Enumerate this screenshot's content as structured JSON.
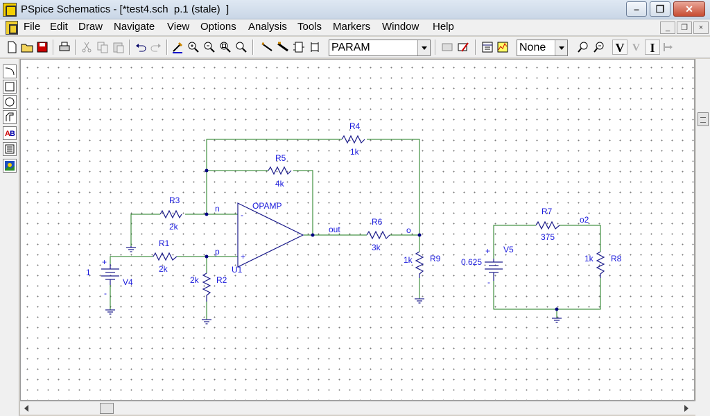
{
  "window": {
    "title": "PSpice Schematics - [*test4.sch  p.1 (stale)  ]",
    "controls": {
      "minimize": "–",
      "maximize": "❐",
      "close": "✕"
    }
  },
  "menu": {
    "items": [
      "File",
      "Edit",
      "Draw",
      "Navigate",
      "View",
      "Options",
      "Analysis",
      "Tools",
      "Markers",
      "Window",
      "Help"
    ],
    "mdi_controls": {
      "minimize": "_",
      "restore": "❐",
      "close": "×"
    }
  },
  "toolbar": {
    "part_combo": "PARAM",
    "display_combo": "None",
    "letter_buttons": [
      "V",
      "I"
    ],
    "icons": [
      "new-icon",
      "open-icon",
      "save-icon",
      "print-icon",
      "cut-icon",
      "copy-icon",
      "paste-icon",
      "undo-icon",
      "redo-icon",
      "redraw-icon",
      "zoom-in-icon",
      "zoom-out-icon",
      "zoom-area-icon",
      "zoom-fit-icon",
      "draw-wire-icon",
      "draw-bus-icon",
      "draw-block-icon",
      "get-part-icon",
      "edit-attributes-icon",
      "edit-symbol-icon",
      "setup-analysis-icon",
      "simulate-icon",
      "mark-voltage-icon",
      "mark-current-icon"
    ]
  },
  "palette": {
    "icons": [
      "arc-icon",
      "box-icon",
      "circle-icon",
      "polyline-icon",
      "text-icon",
      "textbox-icon",
      "image-icon"
    ]
  },
  "schematic": {
    "labels": {
      "R4": "R4",
      "R4_val": "1k",
      "R5": "R5",
      "R5_val": "4k",
      "R3": "R3",
      "R3_val": "2k",
      "R1": "R1",
      "R1_val": "2k",
      "R2": "R2",
      "R2_val": "2k",
      "R6": "R6",
      "R6_val": "3k",
      "R9": "R9",
      "R9_val": "1k",
      "R7": "R7",
      "R7_val": "375",
      "R8": "R8",
      "R8_val": "1k",
      "V4": "V4",
      "V4_val": "1",
      "V5": "V5",
      "V5_val": "0.625",
      "opamp": "OPAMP",
      "U1": "U1",
      "n": "n",
      "p": "p",
      "out": "out",
      "o": "o",
      "o2": "o2",
      "minus": "-",
      "plus": "+"
    },
    "colors": {
      "wire": "#1a7a1a",
      "label": "#1a1adc",
      "part": "#1a1a8a",
      "junction": "#000080"
    }
  }
}
